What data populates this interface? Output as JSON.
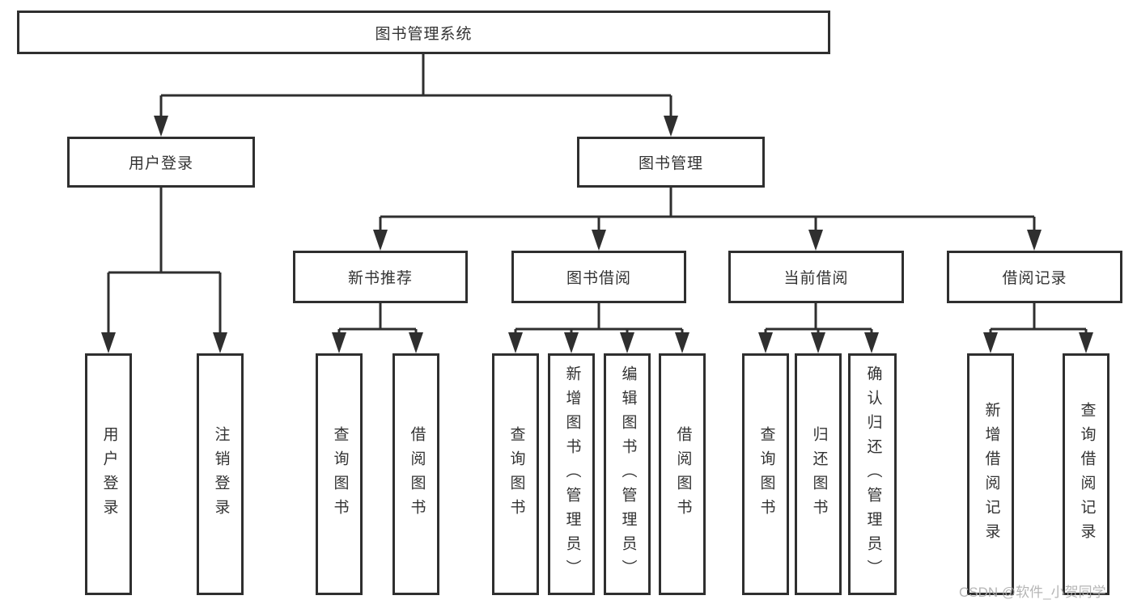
{
  "diagram_type": "hierarchy-tree",
  "tree": {
    "label": "图书管理系统",
    "children": [
      {
        "label": "用户登录",
        "children": [
          {
            "label": "用户登录"
          },
          {
            "label": "注销登录"
          }
        ]
      },
      {
        "label": "图书管理",
        "children": [
          {
            "label": "新书推荐",
            "children": [
              {
                "label": "查询图书"
              },
              {
                "label": "借阅图书"
              }
            ]
          },
          {
            "label": "图书借阅",
            "children": [
              {
                "label": "查询图书"
              },
              {
                "label": "新增图书（管理员）"
              },
              {
                "label": "编辑图书（管理员）"
              },
              {
                "label": "借阅图书"
              }
            ]
          },
          {
            "label": "当前借阅",
            "children": [
              {
                "label": "查询图书"
              },
              {
                "label": "归还图书"
              },
              {
                "label": "确认归还（管理员）"
              }
            ]
          },
          {
            "label": "借阅记录",
            "children": [
              {
                "label": "新增借阅记录"
              },
              {
                "label": "查询借阅记录"
              }
            ]
          }
        ]
      }
    ]
  },
  "watermark": {
    "text": "CSDN @软件_小贺同学"
  },
  "colors": {
    "background": "#ffffff",
    "line": "#2f2f2f",
    "box_border": "#2f2f2f",
    "text": "#333333",
    "watermark": "#aeaeae"
  }
}
